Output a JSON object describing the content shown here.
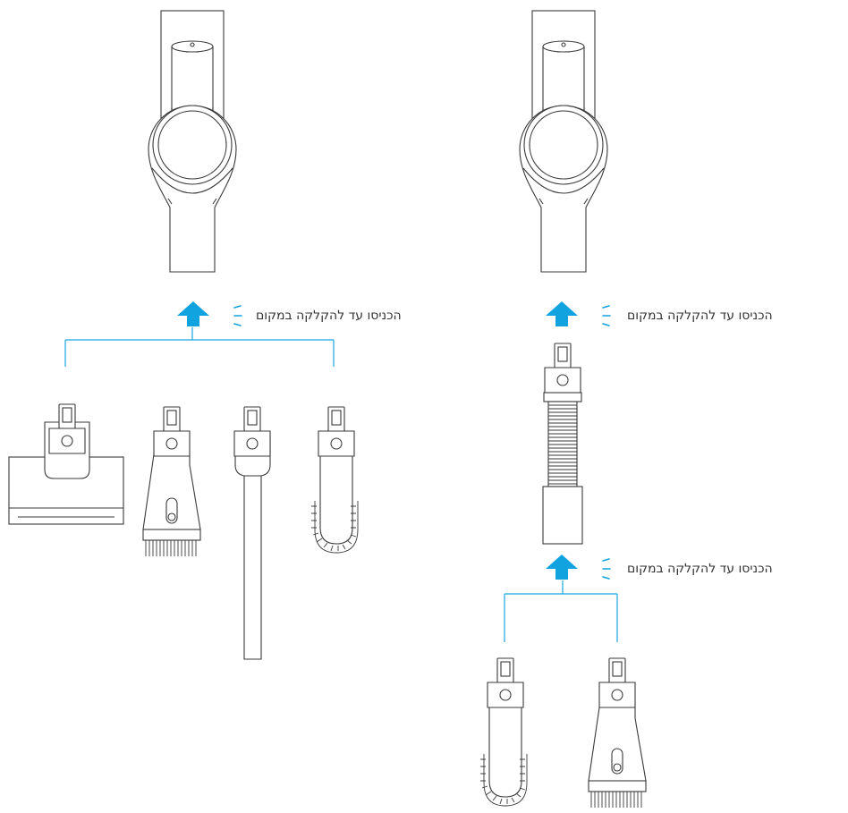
{
  "instructions": [
    {
      "text": "הכניסו עד להקלקה במקום"
    },
    {
      "text": "הכניסו עד להקלקה במקום"
    },
    {
      "text": "הכניסו עד להקלקה במקום"
    }
  ],
  "colors": {
    "accent": "#11a3df",
    "line": "#3a3a3a",
    "tree": "#19a7e0"
  },
  "icons": [
    "up-arrow-icon",
    "click-lines-icon"
  ]
}
